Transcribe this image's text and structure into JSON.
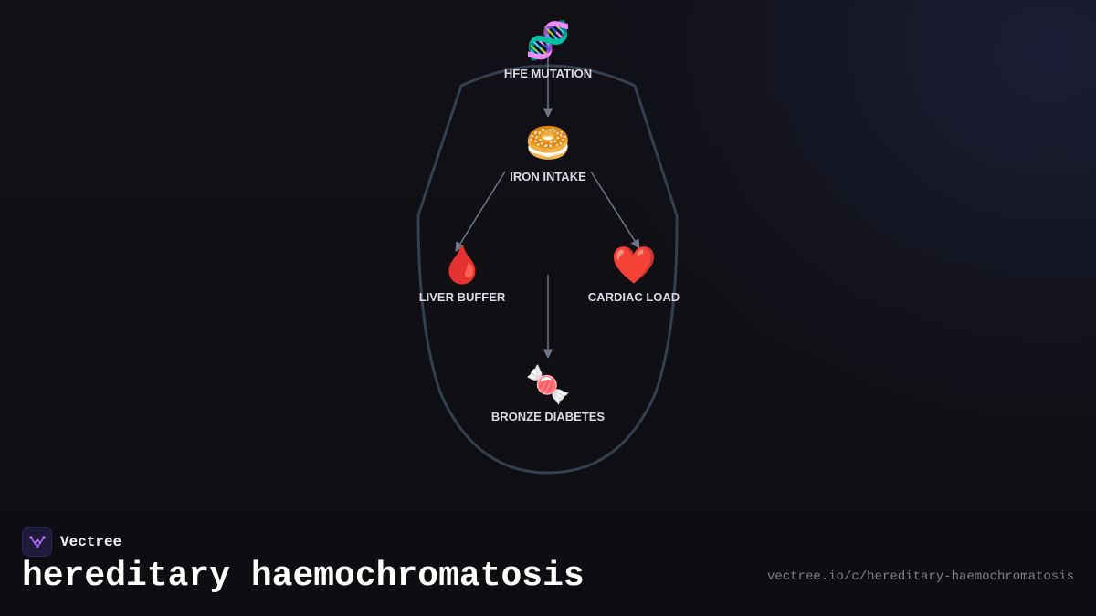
{
  "brand": {
    "name": "Vectree",
    "logo_icon": "vectree-logo-icon"
  },
  "title": "hereditary haemochromatosis",
  "url": "vectree.io/c/hereditary-haemochromatosis",
  "colors": {
    "background": "#0f0f13",
    "outline": "#34404f",
    "arrow": "#6e7788",
    "label": "#d8dbe4",
    "logo_accent": "#a855f7"
  },
  "diagram": {
    "nodes": [
      {
        "id": "hfe",
        "icon": "dna-icon",
        "glyph": "🧬",
        "label": "HFE MUTATION"
      },
      {
        "id": "iron",
        "icon": "bagel-icon",
        "glyph": "🥯",
        "label": "IRON INTAKE"
      },
      {
        "id": "liver",
        "icon": "blood-drop-icon",
        "glyph": "🩸",
        "label": "LIVER BUFFER"
      },
      {
        "id": "cardiac",
        "icon": "heart-icon",
        "glyph": "❤️",
        "label": "CARDIAC LOAD"
      },
      {
        "id": "diabetes",
        "icon": "candy-icon",
        "glyph": "🍬",
        "label": "BRONZE DIABETES"
      }
    ],
    "edges": [
      {
        "from": "hfe",
        "to": "iron"
      },
      {
        "from": "iron",
        "to": "liver"
      },
      {
        "from": "iron",
        "to": "cardiac"
      },
      {
        "from": "iron",
        "to": "diabetes"
      }
    ]
  }
}
